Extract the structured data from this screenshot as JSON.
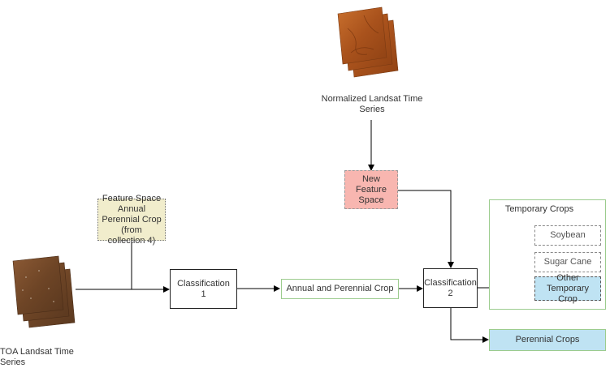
{
  "nodes": {
    "normalized_series": "Normalized Landsat Time Series",
    "new_feature_space": "New Feature Space",
    "feature_space_annual": "Feature Space Annual Perennial Crop (from collection 4)",
    "toa_series": "TOA Landsat Time Series",
    "classification_1": "Classification 1",
    "annual_perennial": "Annual and Perennial Crop",
    "classification_2": "Classification 2",
    "temporary_crops": "Temporary Crops",
    "soybean": "Soybean",
    "sugar_cane": "Sugar Cane",
    "other_temporary": "Other Temporary Crop",
    "perennial_crops": "Perennial Crops"
  },
  "colors": {
    "new_feature_fill": "#f8b6b0",
    "feature_space_fill": "#f1edcc",
    "result_fill": "#bfe3f3",
    "container_border": "#9ccc8e",
    "satellite_top": "#b5581c",
    "satellite_toa": "#7a4a2a"
  },
  "icons": {
    "normalized_image": "satellite-image-stack-icon",
    "toa_image": "satellite-image-stack-icon"
  }
}
